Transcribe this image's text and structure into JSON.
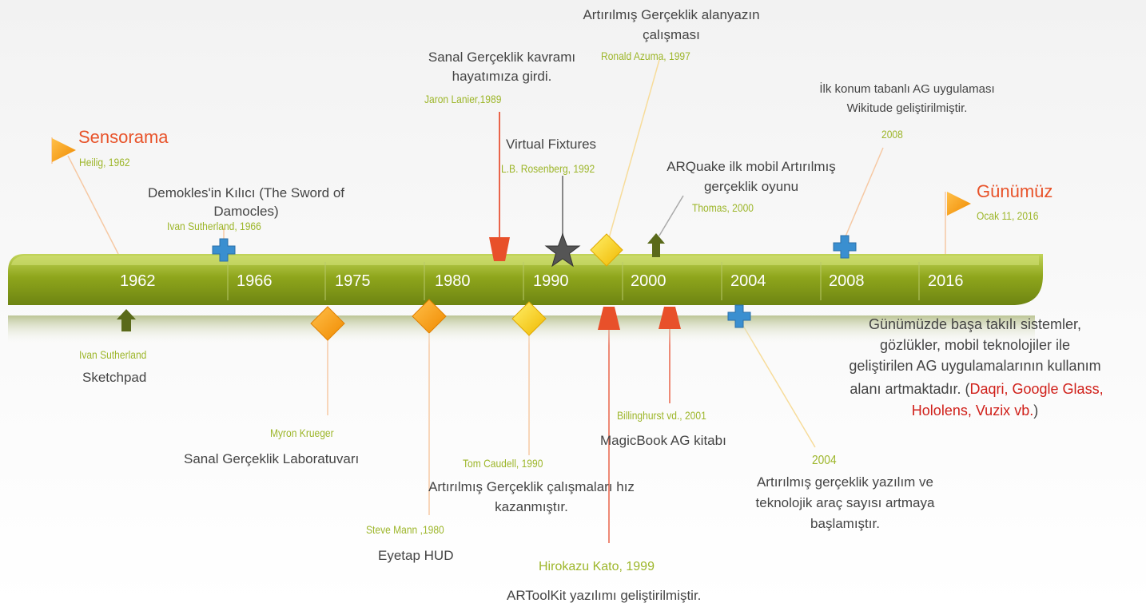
{
  "years": [
    "1962",
    "1966",
    "1975",
    "1980",
    "1990",
    "2000",
    "2004",
    "2008",
    "2016"
  ],
  "start": {
    "title": "Sensorama",
    "sub": "Heilig, 1962"
  },
  "end": {
    "title": "Günümüz",
    "sub": "Ocak 11, 2016"
  },
  "events": {
    "sword": {
      "desc_l1": "Demokles'in Kılıcı (The Sword of",
      "desc_l2": "Damocles)",
      "name": "Ivan Sutherland, 1966"
    },
    "sanal_kavram": {
      "desc_l1": "Sanal Gerçeklik kavramı",
      "desc_l2": "hayatımıza girdi.",
      "name": "Jaron Lanier,1989"
    },
    "virtual_fixtures": {
      "desc": "Virtual Fixtures",
      "name": "L.B. Rosenberg, 1992"
    },
    "azuma": {
      "desc_l1": "Artırılmış Gerçeklik alanyazın",
      "desc_l2": "çalışması",
      "name": "Ronald Azuma, 1997"
    },
    "arquake": {
      "desc_l1": "ARQuake ilk mobil Artırılmış",
      "desc_l2": "gerçeklik oyunu",
      "name": "Thomas, 2000"
    },
    "wikitude": {
      "desc_l1": "İlk konum tabanlı AG uygulaması",
      "desc_l2": "Wikitude geliştirilmiştir.",
      "name": "2008"
    },
    "sketchpad": {
      "name": "Ivan Sutherland",
      "desc": "Sketchpad"
    },
    "krueger": {
      "name": "Myron Krueger",
      "desc": "Sanal Gerçeklik Laboratuvarı"
    },
    "mann": {
      "name": "Steve Mann ,1980",
      "desc": "Eyetap HUD"
    },
    "caudell": {
      "name": "Tom Caudell, 1990",
      "desc_l1": "Artırılmış Gerçeklik çalışmaları hız",
      "desc_l2": "kazanmıştır."
    },
    "kato": {
      "name": "Hirokazu Kato, 1999",
      "desc": "ARToolKit yazılımı geliştirilmiştir."
    },
    "billinghurst": {
      "name": "Billinghurst vd., 2001",
      "desc": "MagicBook AG kitabı"
    },
    "tools2004": {
      "name": "2004",
      "desc_l1": "Artırılmış gerçeklik yazılım ve",
      "desc_l2": "teknolojik araç sayısı artmaya",
      "desc_l3": "başlamıştır."
    },
    "today": {
      "l1": "Günümüzde başa takılı sistemler,",
      "l2": "gözlükler, mobil teknolojiler ile",
      "l3": "geliştirilen AG uygulamalarının kullanım",
      "l4_pre": "alanı artmaktadır. (",
      "l4_red": "Daqri, Google Glass,",
      "l5_red": "Hololens, Vuzix vb.",
      "l5_post": ")"
    }
  },
  "colors": {
    "bar": "#8aa21a",
    "name_text": "#9db62a",
    "title_text": "#e8532a",
    "red_text": "#d0201a",
    "diamond": "#f5a623",
    "yellow_diamond": "#f7c800",
    "cross": "#3a8fd0",
    "trapezoid": "#e8502a",
    "arrow": "#5a6a1a",
    "star": "#555555"
  },
  "icons": [
    "start-flag-icon",
    "end-flag-icon",
    "cross-marker-icon",
    "diamond-marker-icon",
    "trapezoid-marker-icon",
    "star-marker-icon",
    "arrow-up-marker-icon"
  ]
}
